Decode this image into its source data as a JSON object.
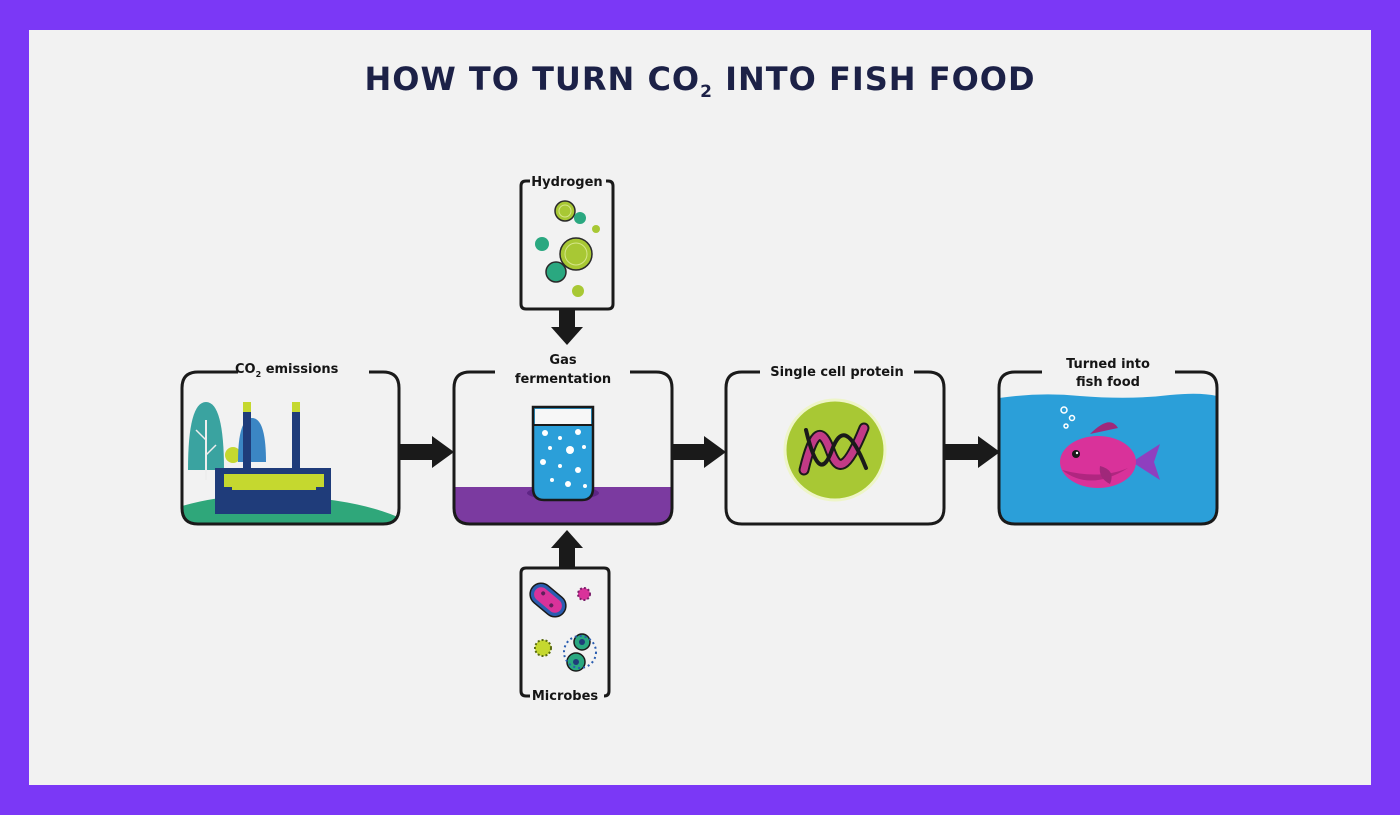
{
  "title": {
    "prefix": "HOW TO TURN CO",
    "subscript": "2",
    "suffix": " INTO FISH FOOD"
  },
  "stages": {
    "co2": {
      "label": "CO",
      "subscript": "2",
      "label_suffix": " emissions"
    },
    "gas": {
      "line1": "Gas",
      "line2": "fermentation"
    },
    "protein": {
      "label": "Single cell protein"
    },
    "fish": {
      "line1": "Turned into",
      "line2": "fish food"
    }
  },
  "inputs": {
    "hydrogen": {
      "label": "Hydrogen"
    },
    "microbes": {
      "label": "Microbes"
    }
  },
  "colors": {
    "frame": "#7b38f6",
    "background": "#f2f2f2",
    "title": "#1c2147",
    "fermentation_liquid": "#7b3aa0",
    "water": "#2b9fd9",
    "protein": "#a8c834",
    "fish": "#d9329a"
  }
}
